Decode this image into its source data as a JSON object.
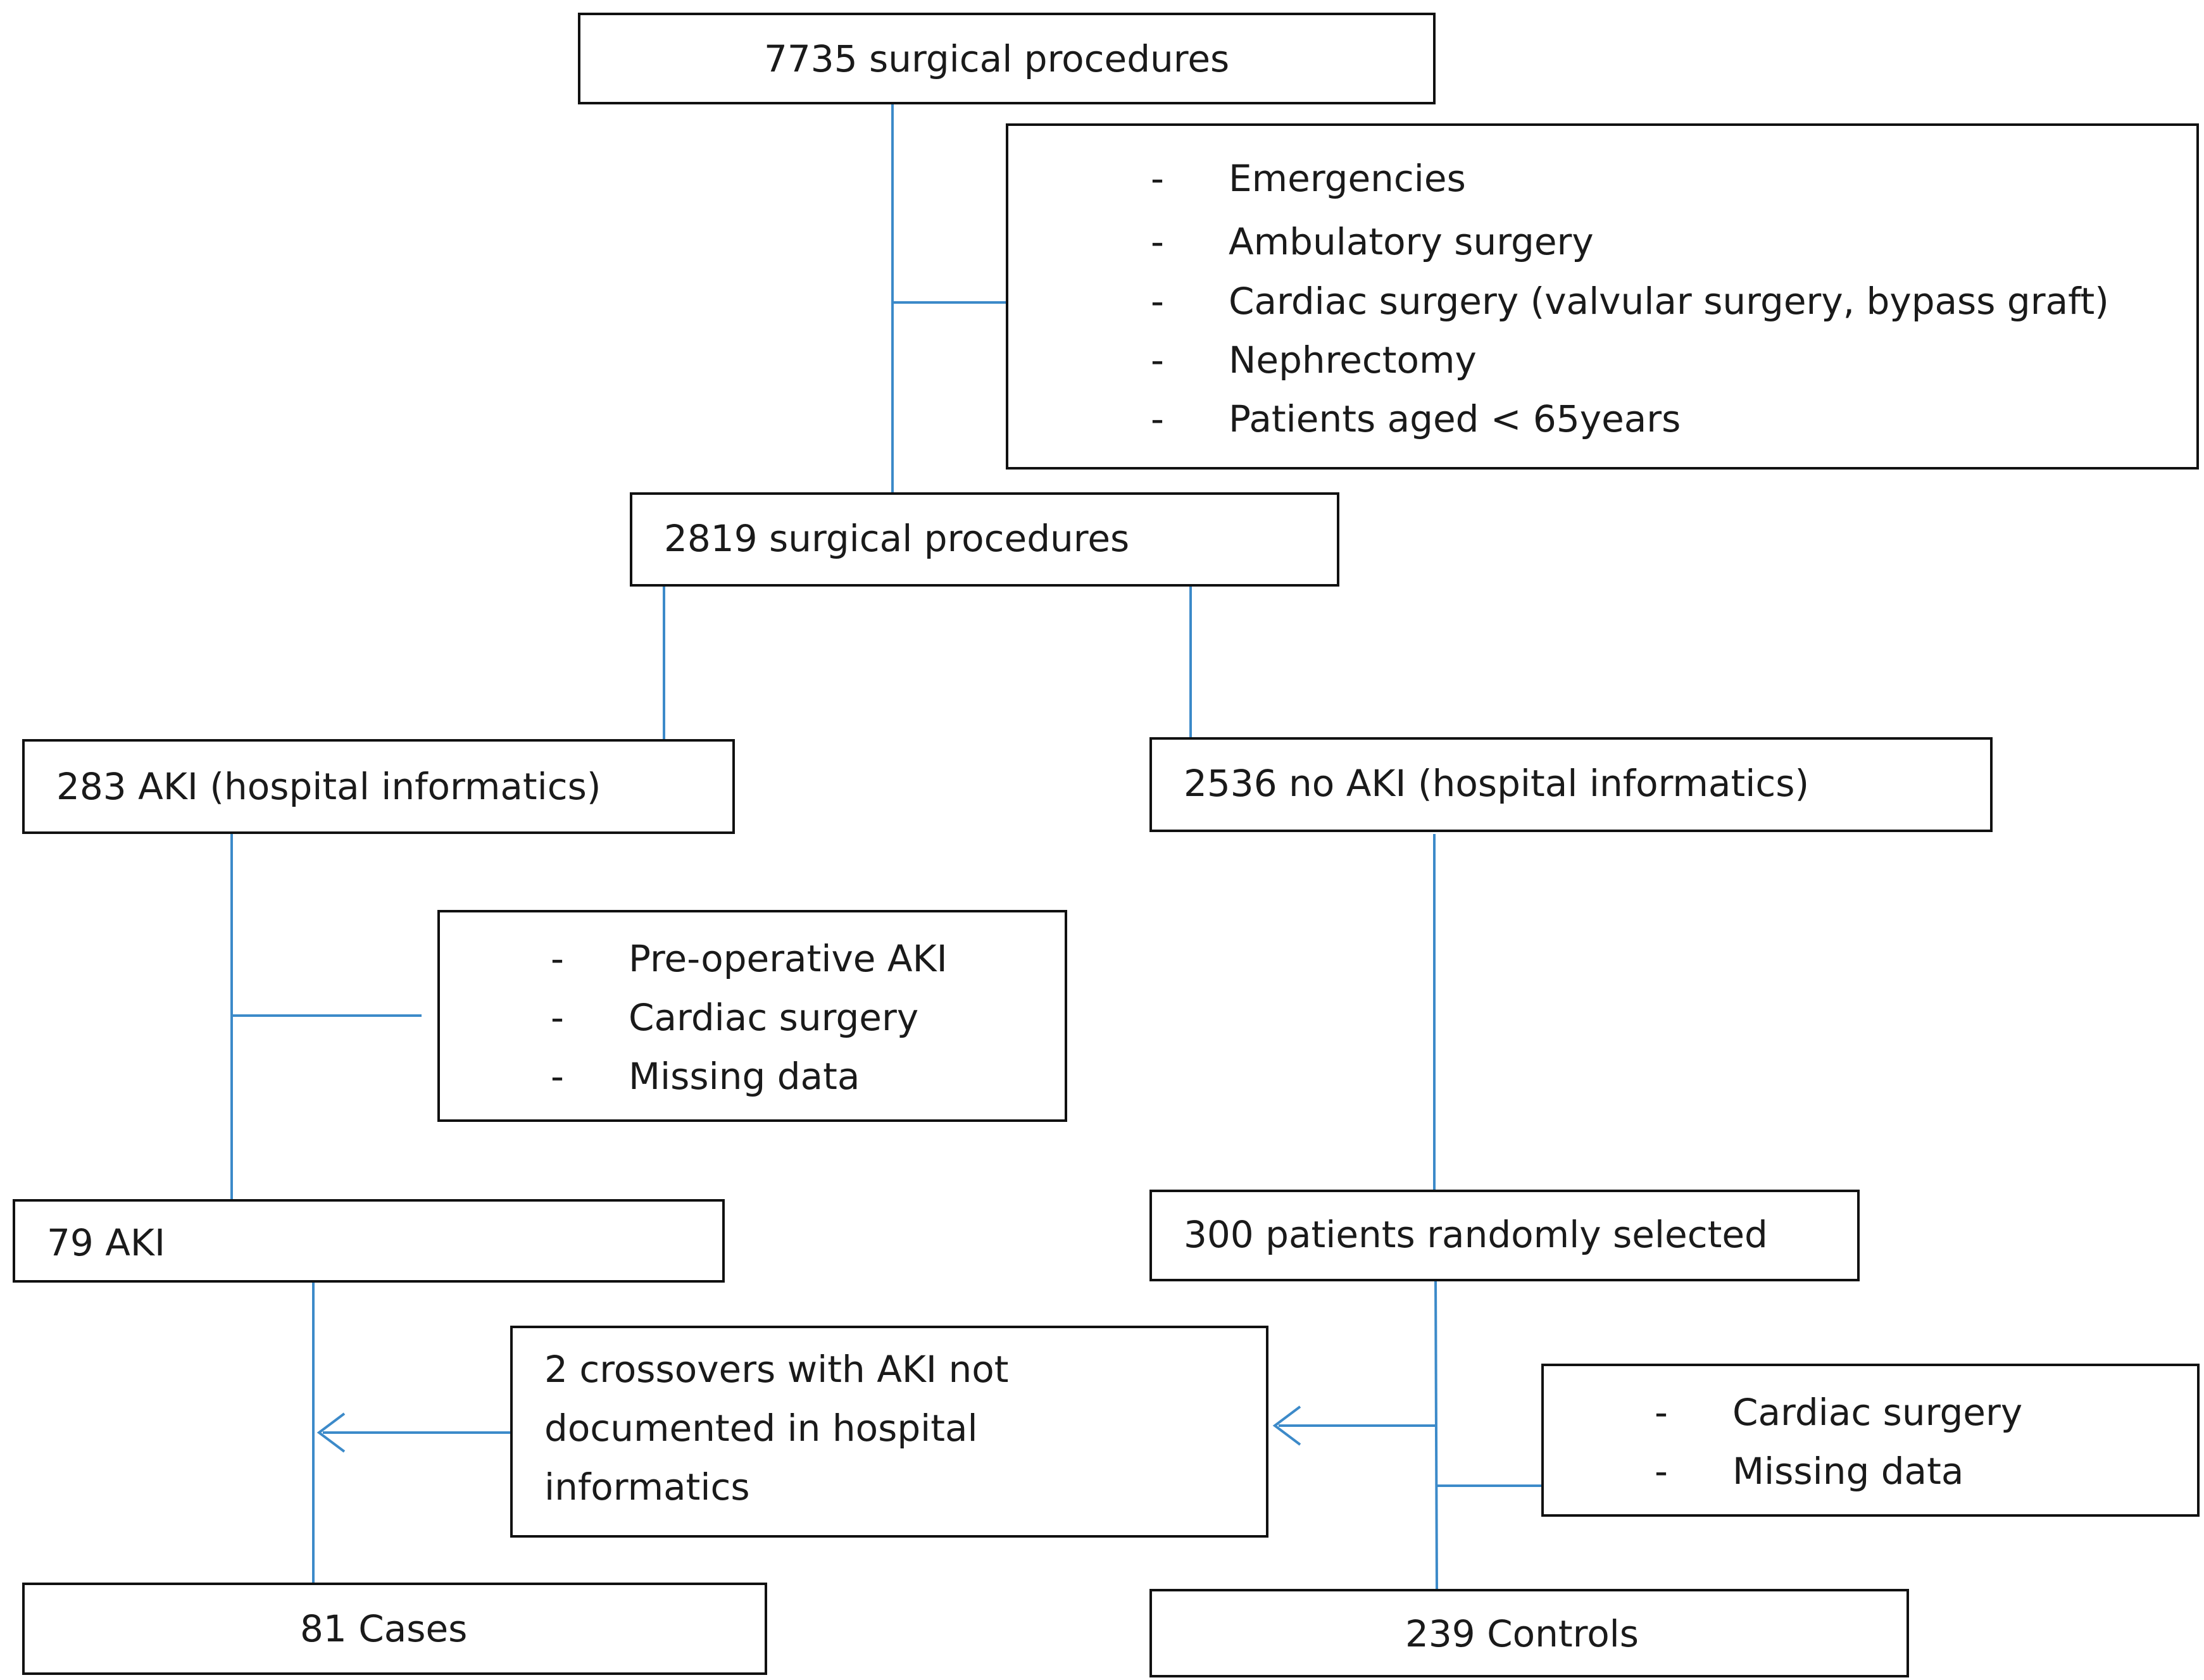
{
  "boxes": {
    "top": "7735 surgical procedures",
    "exclusion1": [
      "Emergencies",
      "Ambulatory surgery",
      "Cardiac surgery (valvular surgery, bypass graft)",
      "Nephrectomy",
      "Patients aged < 65years"
    ],
    "middle": "2819 surgical procedures",
    "aki_left": "283 AKI (hospital informatics)",
    "no_aki_right": "2536 no AKI (hospital informatics)",
    "exclusion2": [
      "Pre-operative AKI",
      "Cardiac surgery",
      "Missing data"
    ],
    "aki_79": "79 AKI",
    "random_300": "300 patients randomly selected",
    "crossover": [
      "2 crossovers with AKI not",
      "documented in hospital",
      "informatics"
    ],
    "exclusion3": [
      "Cardiac surgery",
      "Missing data"
    ],
    "cases": "81 Cases",
    "controls": "239 Controls"
  },
  "bullet": "-",
  "colors": {
    "connector": "#3c8ac9",
    "border": "#111111",
    "text": "#1a1a1a"
  }
}
